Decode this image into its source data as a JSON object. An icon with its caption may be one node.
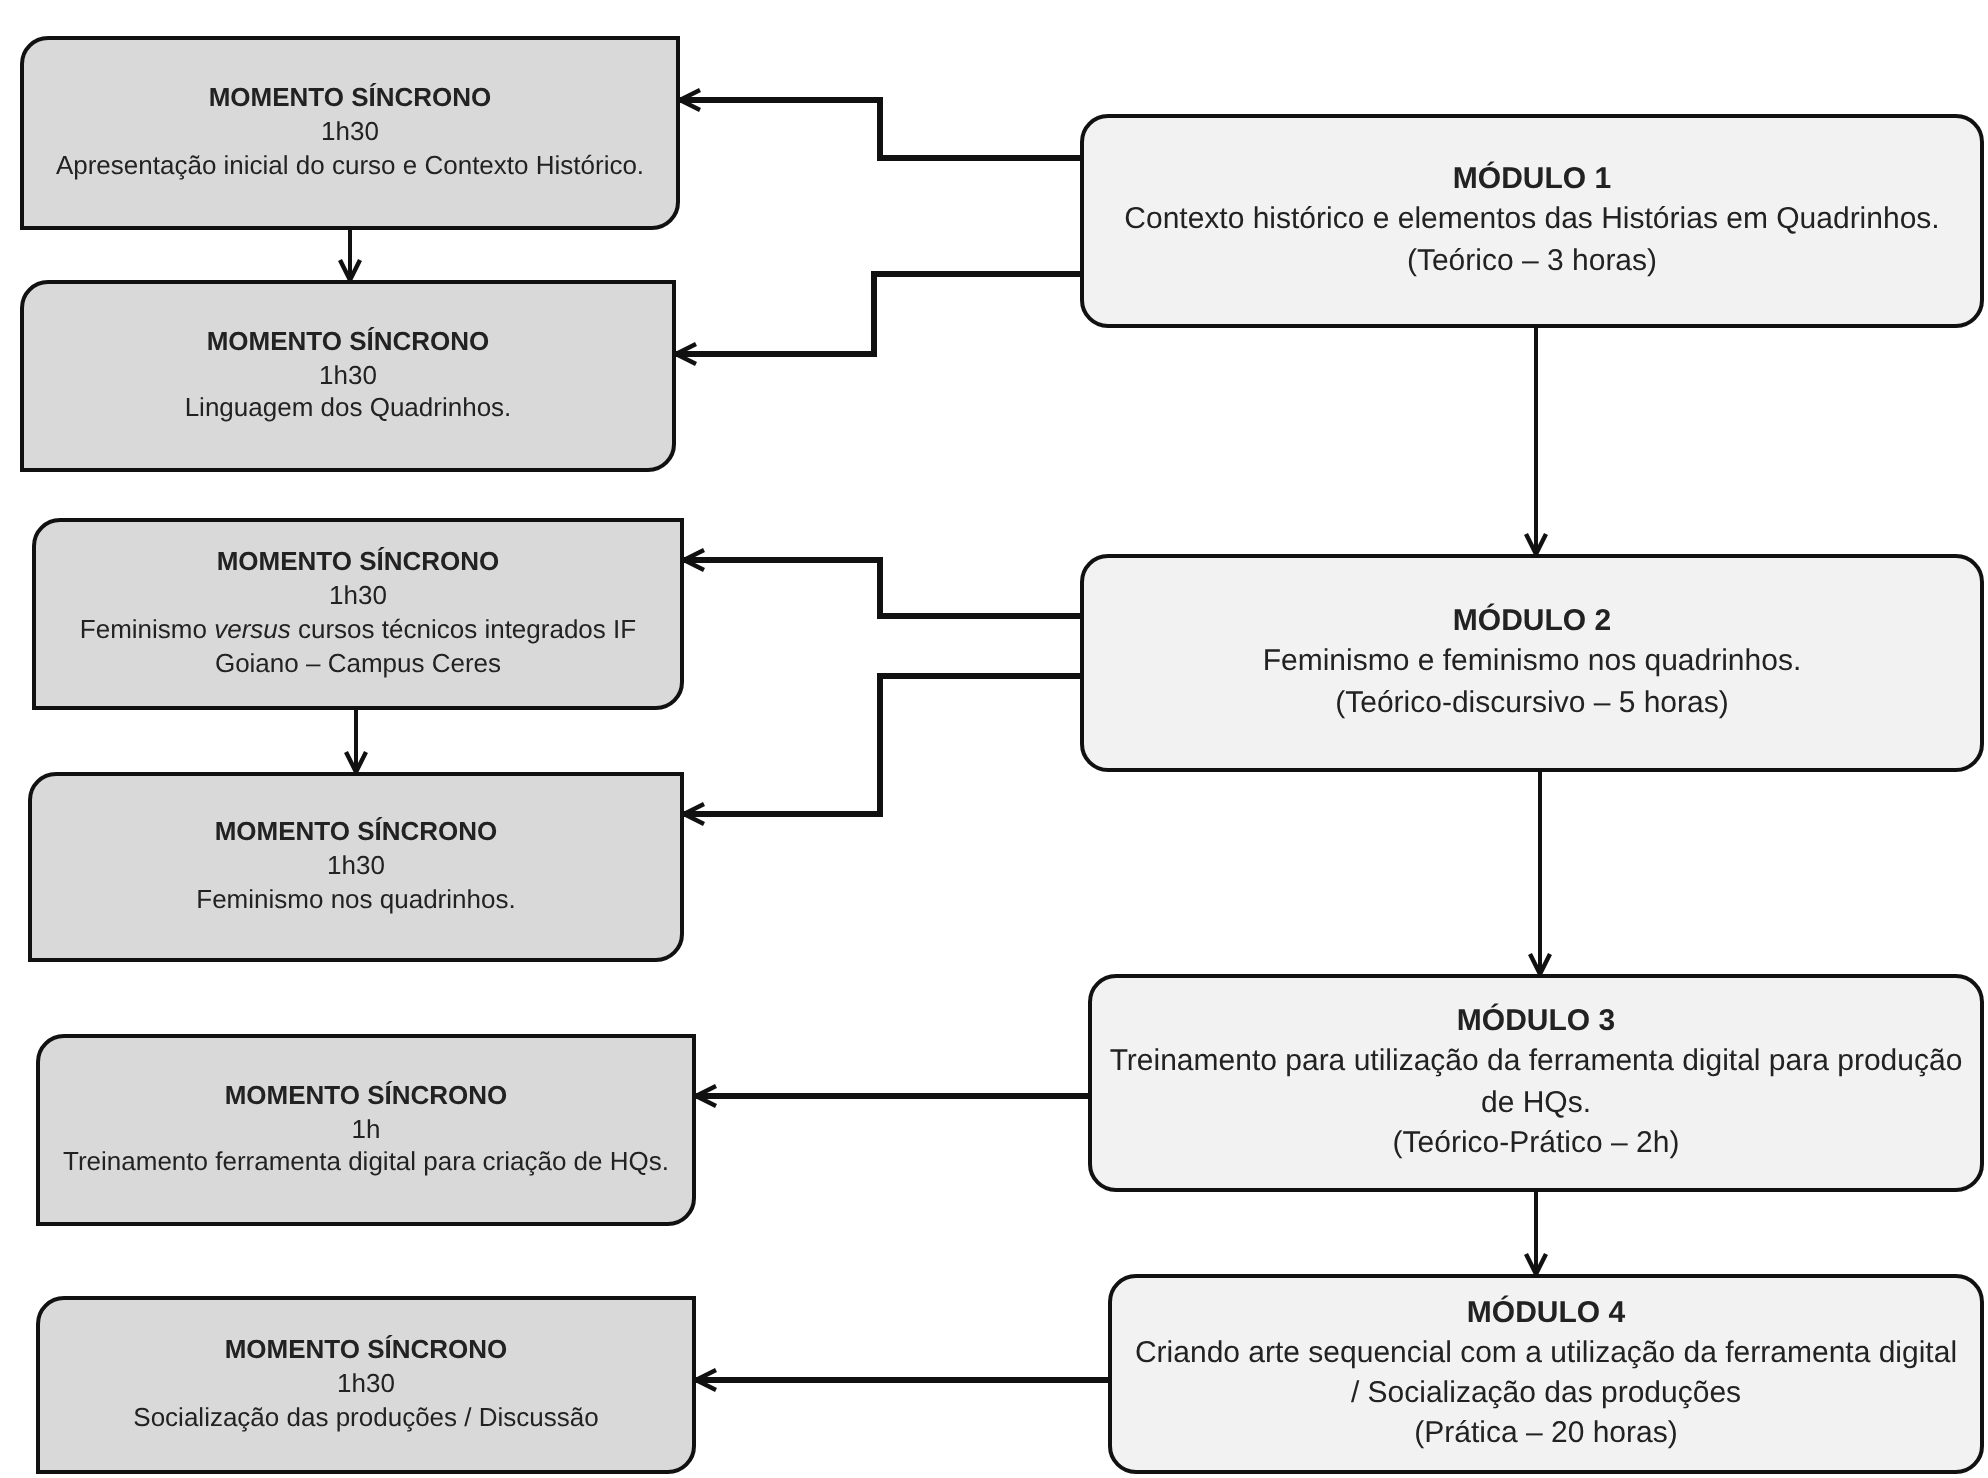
{
  "diagram": {
    "nodes": [
      {
        "text": [
          "MOMENTO SÍNCRONO",
          "1h30",
          "Apresentação inicial do curso e Contexto Histórico."
        ]
      },
      {
        "text": [
          "MÓDULO 1",
          "Contexto histórico e elementos das Histórias em Quadrinhos.",
          "(Teórico – 3 horas)"
        ]
      },
      {
        "text": [
          "MOMENTO SÍNCRONO",
          "1h30",
          "Linguagem dos Quadrinhos."
        ]
      },
      {
        "text": [
          "MOMENTO SÍNCRONO",
          "1h30",
          "Feminismo *versus* cursos técnicos integrados IF Goiano – Campus Ceres"
        ]
      },
      {
        "text": [
          "MÓDULO 2",
          "Feminismo e feminismo nos quadrinhos.",
          "(Teórico-discursivo – 5 horas)"
        ]
      },
      {
        "text": [
          "MOMENTO SÍNCRONO",
          "1h30",
          "Feminismo nos quadrinhos."
        ]
      },
      {
        "text": [
          "MÓDULO 3",
          "Treinamento para utilização da ferramenta digital para produção de HQs.",
          "(Teórico-Prático – 2h)"
        ]
      },
      {
        "text": [
          "MOMENTO SÍNCRONO",
          "1h",
          "Treinamento ferramenta digital para criação de HQs."
        ]
      },
      {
        "text": [
          "MÓDULO 4",
          "Criando arte sequencial com a utilização da ferramenta digital / Socialização das produções",
          "(Prática – 20 horas)"
        ]
      },
      {
        "text": [
          "MOMENTO SÍNCRONO",
          "1h30",
          "Socialização das produções / Discussão"
        ]
      }
    ],
    "edges": [
      {
        "from": 1,
        "to": 0,
        "arrow": "to"
      },
      {
        "from": 1,
        "to": 2,
        "arrow": "to"
      },
      {
        "from": 0,
        "to": 2,
        "arrow": "to"
      },
      {
        "from": 1,
        "to": 4,
        "arrow": "to"
      },
      {
        "from": 4,
        "to": 3,
        "arrow": "to"
      },
      {
        "from": 4,
        "to": 5,
        "arrow": "to"
      },
      {
        "from": 3,
        "to": 5,
        "arrow": "to"
      },
      {
        "from": 4,
        "to": 6,
        "arrow": "to"
      },
      {
        "from": 6,
        "to": 7,
        "arrow": "to"
      },
      {
        "from": 6,
        "to": 8,
        "arrow": "to"
      },
      {
        "from": 8,
        "to": 9,
        "arrow": "to"
      }
    ]
  }
}
